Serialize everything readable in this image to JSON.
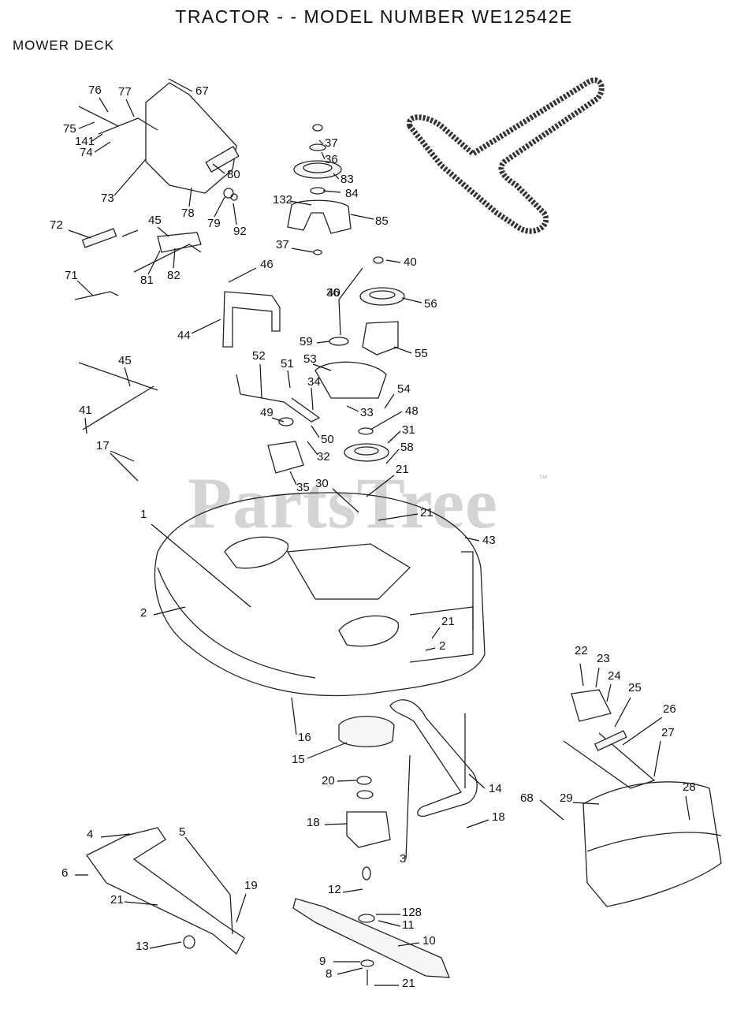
{
  "title": "TRACTOR - - MODEL NUMBER WE12542E",
  "subtitle": "MOWER DECK",
  "watermark": "PartsTree",
  "watermark_tm": "™",
  "callouts": [
    "76",
    "77",
    "67",
    "75",
    "141",
    "74",
    "73",
    "80",
    "78",
    "79",
    "92",
    "72",
    "45",
    "81",
    "82",
    "71",
    "46",
    "44",
    "40",
    "37",
    "36",
    "83",
    "132",
    "84",
    "85",
    "37",
    "40",
    "36",
    "56",
    "59",
    "55",
    "53",
    "52",
    "51",
    "34",
    "54",
    "33",
    "48",
    "49",
    "50",
    "32",
    "31",
    "58",
    "35",
    "30",
    "21",
    "21",
    "43",
    "45",
    "41",
    "17",
    "1",
    "2",
    "21",
    "2",
    "16",
    "15",
    "20",
    "14",
    "18",
    "18",
    "3",
    "4",
    "5",
    "6",
    "21",
    "19",
    "13",
    "12",
    "128",
    "11",
    "10",
    "9",
    "8",
    "21",
    "22",
    "23",
    "24",
    "25",
    "26",
    "27",
    "28",
    "29",
    "68"
  ]
}
